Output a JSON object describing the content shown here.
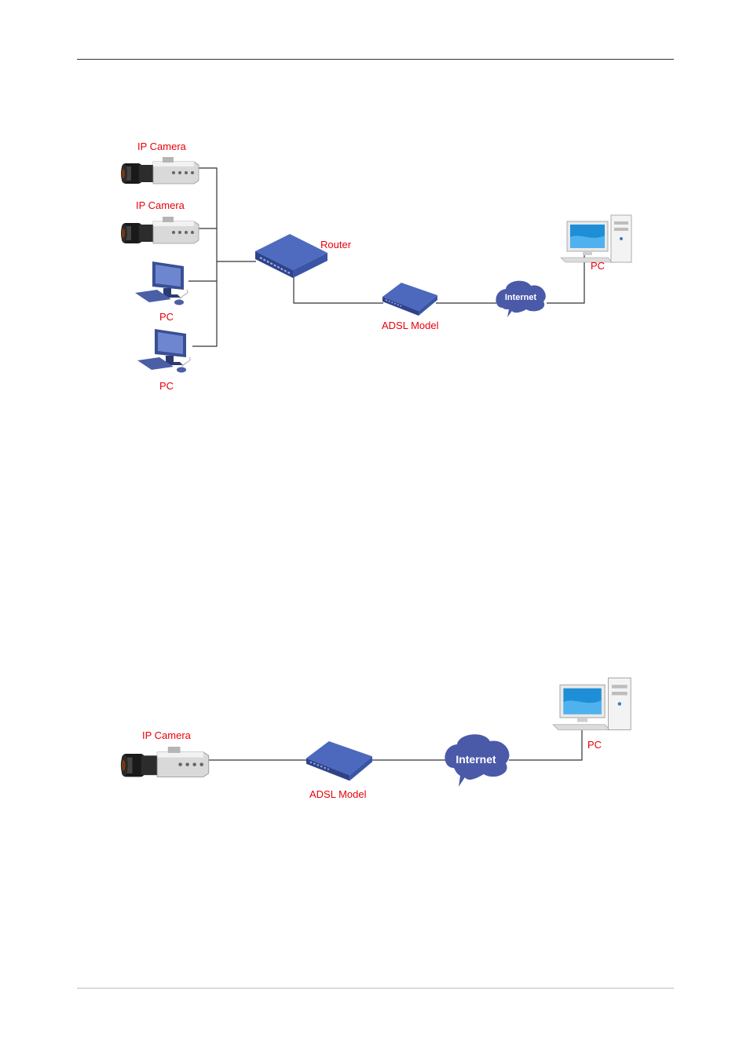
{
  "diagram1": {
    "camera1_label": "IP Camera",
    "camera2_label": "IP Camera",
    "pc1_label": "PC",
    "pc2_label": "PC",
    "router_label": "Router",
    "modem_label": "ADSL Model",
    "internet_label": "Internet",
    "remote_pc_label": "PC"
  },
  "diagram2": {
    "camera_label": "IP Camera",
    "modem_label": "ADSL Model",
    "internet_label": "Internet",
    "remote_pc_label": "PC"
  },
  "colors": {
    "label_red": "#e8000b",
    "device_blue": "#3f5fb0",
    "cloud_blue": "#4a5aa8"
  }
}
